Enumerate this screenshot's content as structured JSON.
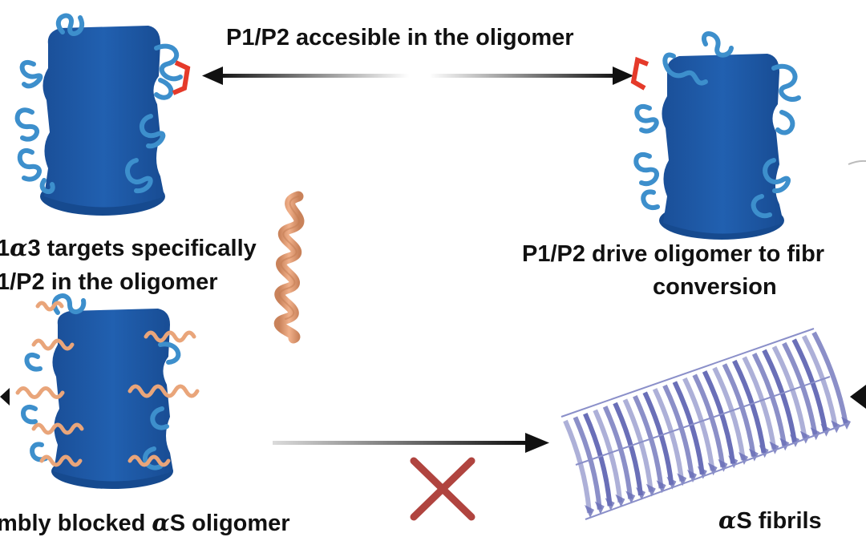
{
  "labels": {
    "top_arrow": "P1/P2 accesible in the oligomer",
    "left_line1_prefix": "1",
    "left_line1_greek": "α",
    "left_line1_suffix": "3 targets specifically",
    "left_line2": "1/P2 in the oligomer",
    "right_line1": "P1/P2 drive oligomer to fibr",
    "right_line2": "conversion",
    "bottom_left_prefix": "mbly blocked ",
    "bottom_left_greek": "α",
    "bottom_left_suffix": "S oligomer",
    "fibrils_greek": "α",
    "fibrils_suffix": "S fibrils"
  },
  "colors": {
    "oligomer_body": "#1f5aa8",
    "oligomer_shadow": "#164a8f",
    "strand_curl": "#3d8fcc",
    "helix_peptide": "#e9a57a",
    "highlight_bracket": "#e53a2a",
    "arrow": "#111111",
    "blocked_cross": "#b0443f",
    "fibril": "#6a6fb8"
  },
  "icons": {
    "top_left": "oligomer-icon",
    "top_right": "oligomer-icon",
    "bottom_left": "blocked-oligomer-icon",
    "peptide": "helix-peptide-icon",
    "fibril": "fibril-icon",
    "blocked": "cross-mark-icon"
  }
}
